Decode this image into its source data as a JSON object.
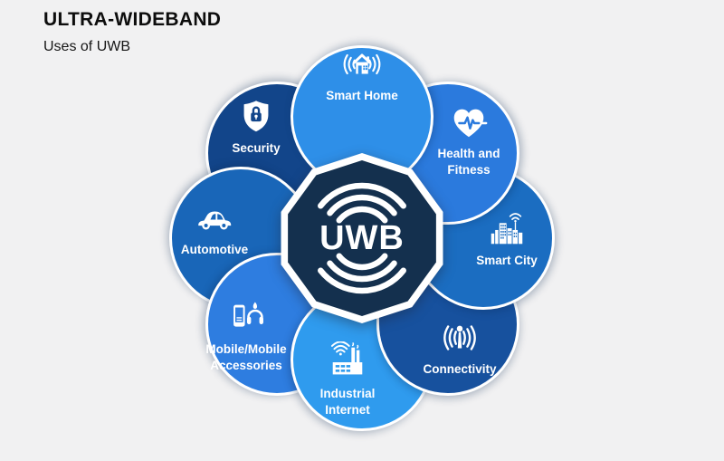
{
  "background": "#F1F1F2",
  "header": {
    "title": "ULTRA-WIDEBAND",
    "subtitle": "Uses of UWB"
  },
  "center": {
    "label": "UWB",
    "icon": "radio-waves-icon",
    "fill": "#14304E",
    "border_color": "#FFFFFF"
  },
  "petals": [
    {
      "label": "Smart Home",
      "icon": "smart-home-icon",
      "color": "#2E8FE8"
    },
    {
      "label": "Health and Fitness",
      "icon": "health-fitness-icon",
      "color": "#2B7ADD"
    },
    {
      "label": "Smart City",
      "icon": "smart-city-icon",
      "color": "#1B6DC1"
    },
    {
      "label": "Connectivity",
      "icon": "connectivity-icon",
      "color": "#17519E"
    },
    {
      "label": "Industrial Internet",
      "icon": "industrial-internet-icon",
      "color": "#2F9BEE"
    },
    {
      "label": "Mobile/Mobile Accessories",
      "icon": "mobile-accessories-icon",
      "color": "#2E7DE0"
    },
    {
      "label": "Automotive",
      "icon": "automotive-icon",
      "color": "#1966B8"
    },
    {
      "label": "Security",
      "icon": "security-icon",
      "color": "#12458A"
    }
  ]
}
